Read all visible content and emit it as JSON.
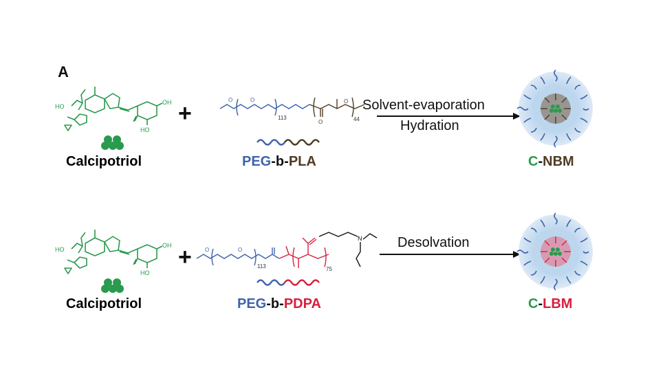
{
  "panel_label": "A",
  "colors": {
    "drug_green": "#2a9a4e",
    "peg_blue": "#3f63ad",
    "pla_brown": "#4e3b22",
    "pdpa_red": "#d81f3d",
    "text_dark": "#111111"
  },
  "row1": {
    "drug_label": "Calcipotriol",
    "plus": "+",
    "polymer": {
      "part1": "PEG",
      "sep1": "-",
      "part2": "b",
      "sep2": "-",
      "part3": "PLA"
    },
    "peg_repeat": "113",
    "block_repeat": "44",
    "condition_top": "Solvent-evaporation",
    "condition_bottom": "Hydration",
    "product": {
      "prefix": "C",
      "sep": "-",
      "name": "NBM"
    }
  },
  "row2": {
    "drug_label": "Calcipotriol",
    "plus": "+",
    "polymer": {
      "part1": "PEG",
      "sep1": "-",
      "part2": "b",
      "sep2": "-",
      "part3": "PDPA"
    },
    "peg_repeat": "113",
    "block_repeat": "75",
    "condition_top": "Desolvation",
    "product": {
      "prefix": "C",
      "sep": "-",
      "name": "LBM"
    }
  },
  "structure_atoms": {
    "hydroxyl": "OH",
    "hydroxyl_left": "HO",
    "oxygen": "O",
    "nitrogen": "N"
  }
}
